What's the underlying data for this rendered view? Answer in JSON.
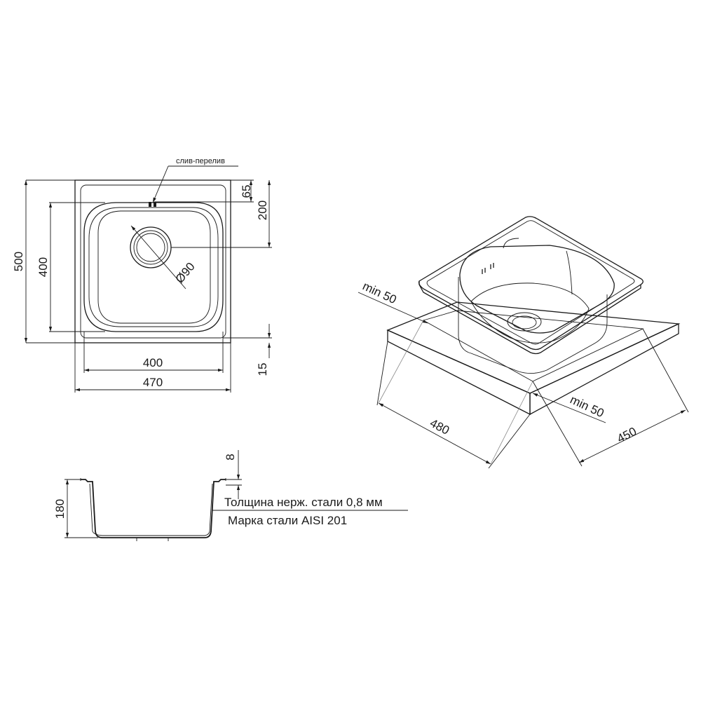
{
  "top_view": {
    "drain_label": "слив-перелив",
    "dim_500": "500",
    "dim_400_vertical": "400",
    "dim_65": "65",
    "dim_200": "200",
    "dim_15": "15",
    "dim_400_horizontal": "400",
    "dim_470": "470",
    "drain_diameter": "Ø90"
  },
  "side_view": {
    "dim_180": "180",
    "dim_8": "8",
    "note_thickness": "Толщина нерж. стали 0,8 мм",
    "note_grade": "Марка стали AISI 201"
  },
  "iso_view": {
    "min_left": "min 50",
    "min_right": "min 50",
    "dim_480": "480",
    "dim_450": "450"
  }
}
